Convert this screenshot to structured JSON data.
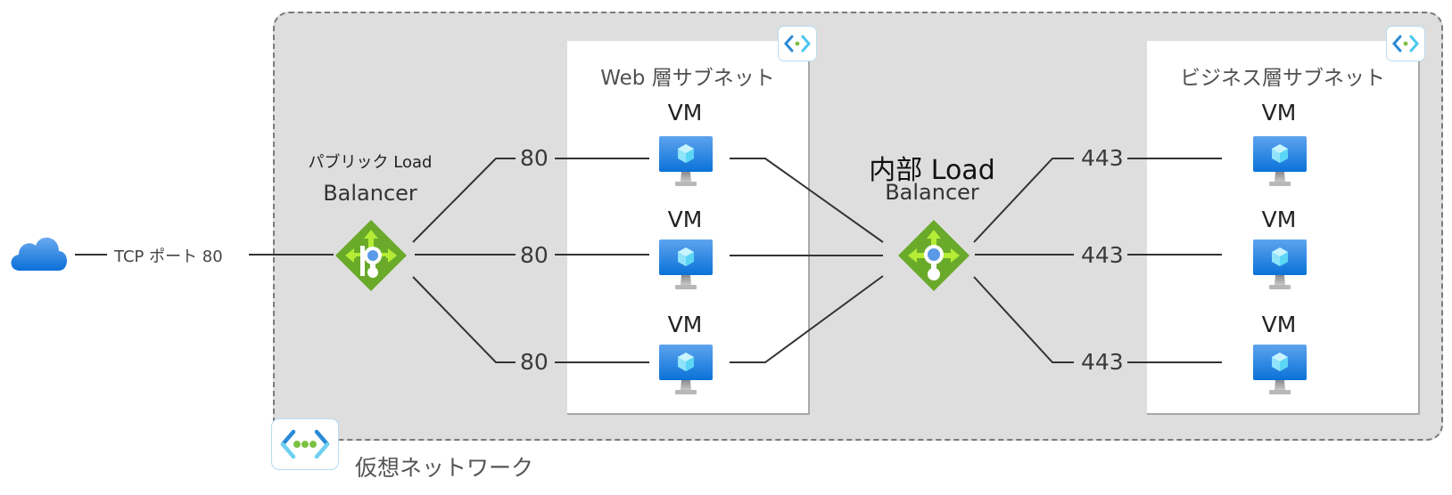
{
  "internet": {
    "icon": "cloud-icon",
    "connection_label": "TCP ポート 80"
  },
  "virtual_network": {
    "label": "仮想ネットワーク",
    "icon": "virtual-network-icon"
  },
  "public_lb": {
    "title_line1": "パブリック Load",
    "title_line2": "Balancer",
    "icon": "load-balancer-icon"
  },
  "internal_lb": {
    "title_line1": "内部 Load",
    "title_line2": "Balancer",
    "icon": "load-balancer-icon"
  },
  "web_subnet": {
    "title": "Web 層サブネット",
    "icon": "subnet-icon",
    "ports": [
      "80",
      "80",
      "80"
    ],
    "vms": [
      {
        "label": "VM"
      },
      {
        "label": "VM"
      },
      {
        "label": "VM"
      }
    ]
  },
  "business_subnet": {
    "title": "ビジネス層サブネット",
    "icon": "subnet-icon",
    "ports": [
      "443",
      "443",
      "443"
    ],
    "vms": [
      {
        "label": "VM"
      },
      {
        "label": "VM"
      },
      {
        "label": "VM"
      }
    ]
  },
  "colors": {
    "vnet_bg": "#dedede",
    "lb_green": "#6aaa2a",
    "lb_arrow": "#b4ec36",
    "vm_blue": "#2a8ae6",
    "vm_cube": "#8fe4fa",
    "cloud_blue": "#3c8fe6",
    "line": "#333333"
  }
}
